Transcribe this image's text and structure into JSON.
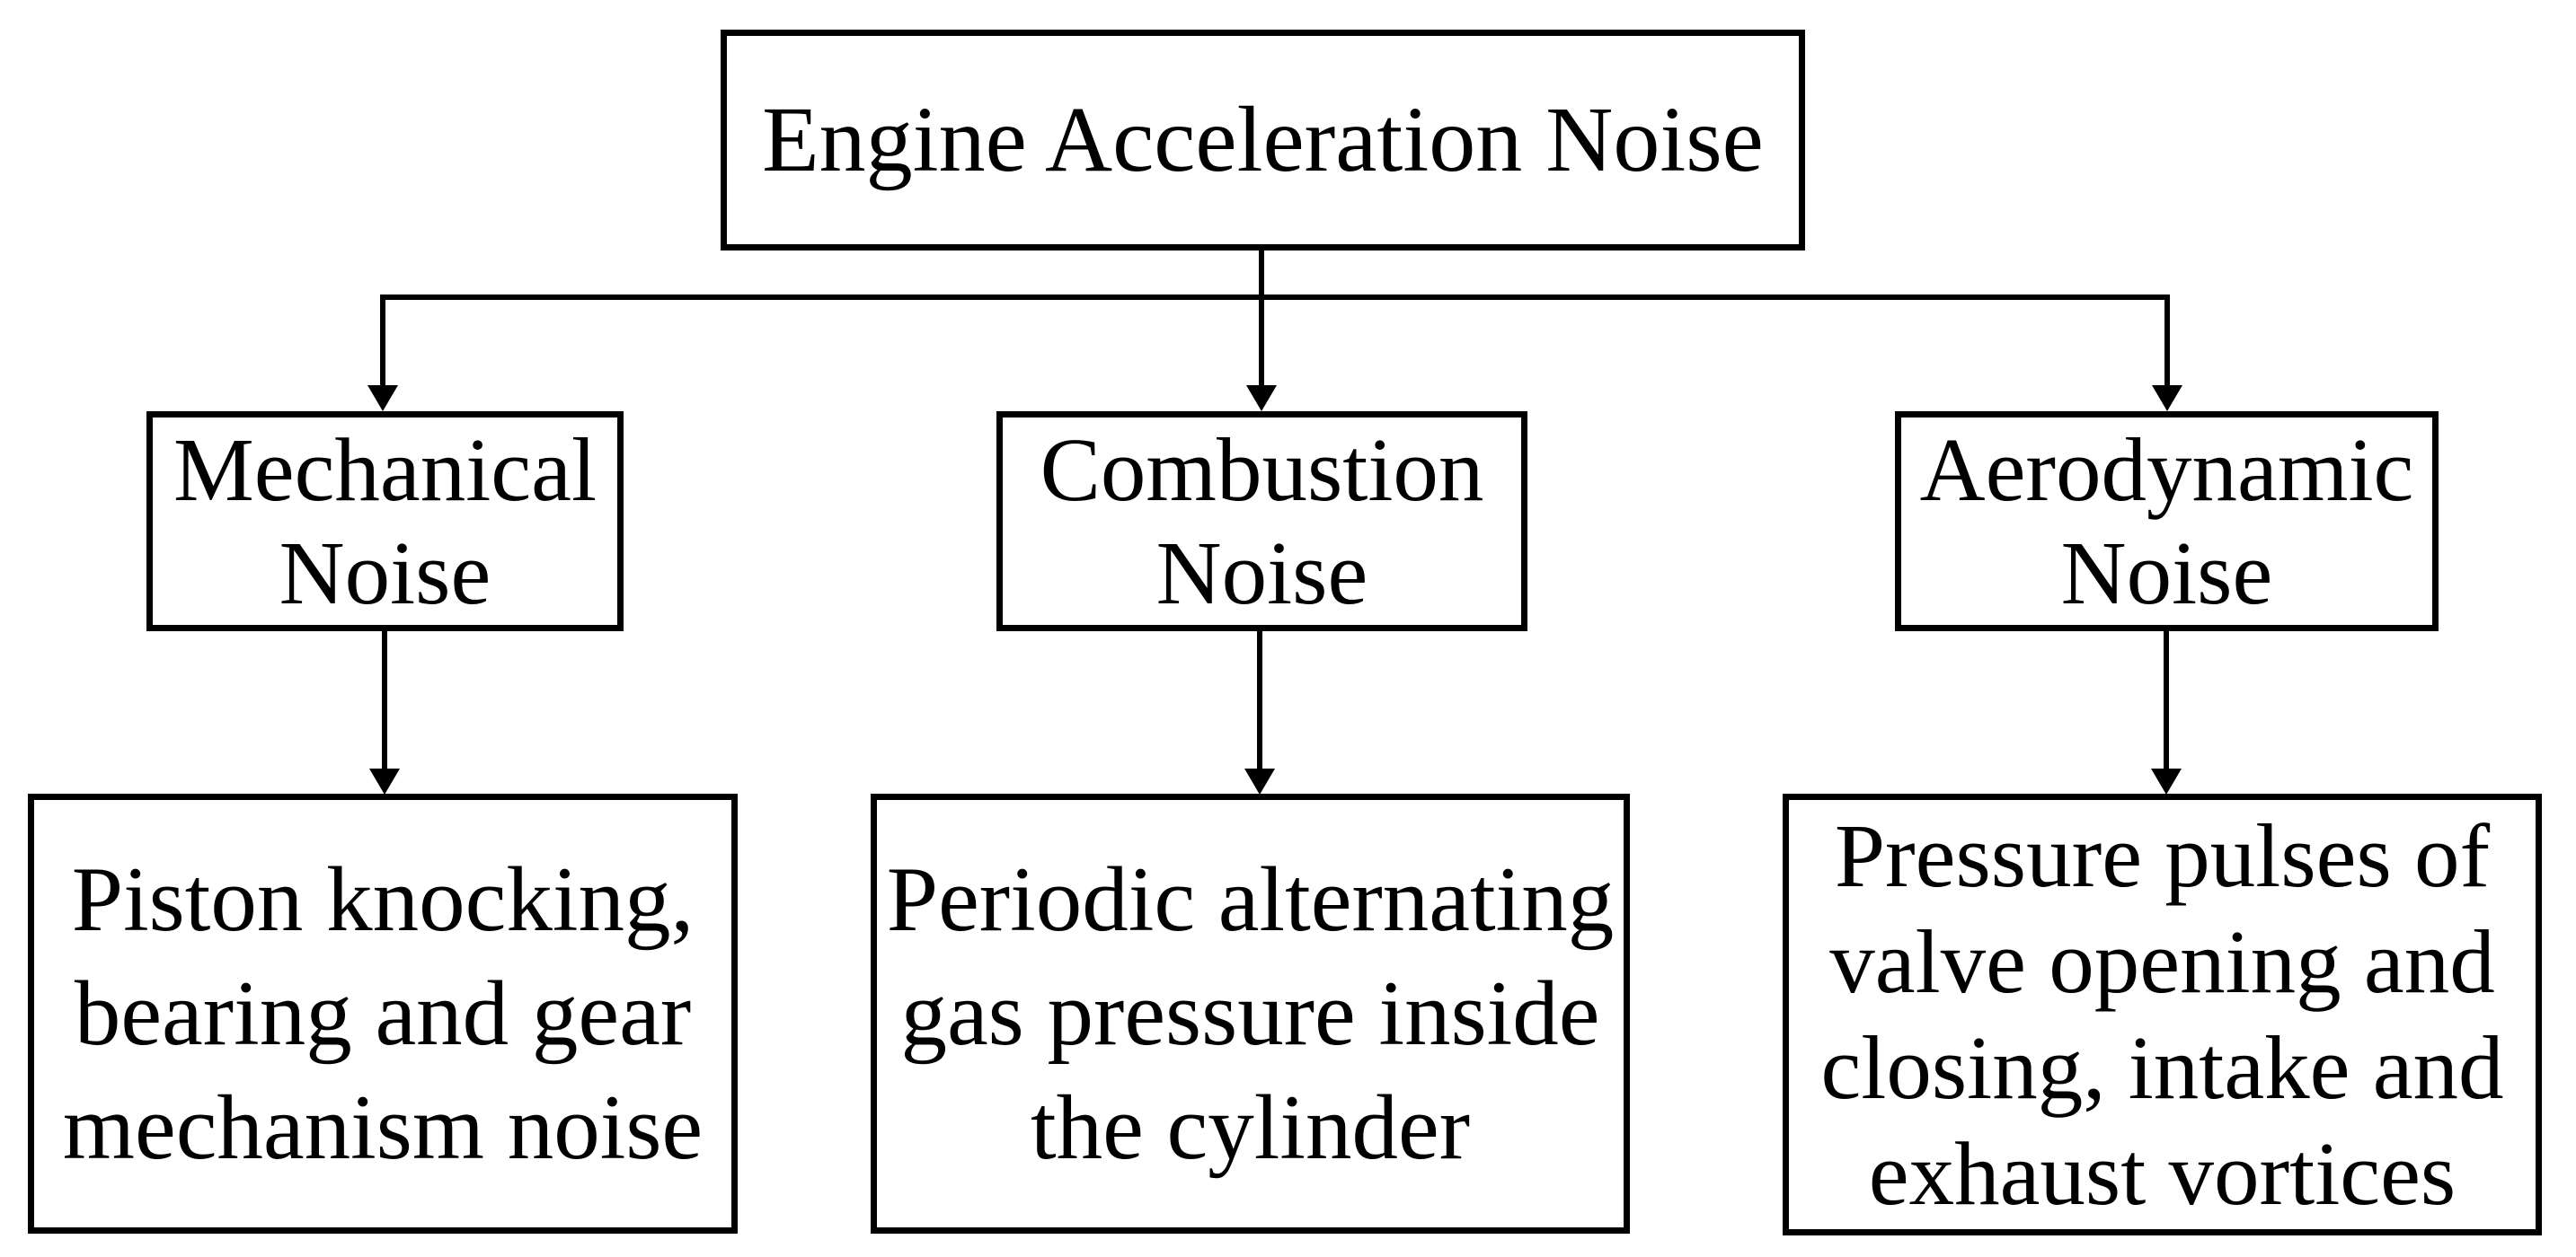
{
  "colors": {
    "ink": "#000000",
    "paper": "#ffffff"
  },
  "root": {
    "label": "Engine Acceleration Noise"
  },
  "branches": [
    {
      "name_lines": [
        "Mechanical",
        "Noise"
      ],
      "detail_lines": [
        "Piston knocking,",
        "bearing and gear",
        "mechanism noise"
      ]
    },
    {
      "name_lines": [
        "Combustion",
        "Noise"
      ],
      "detail_lines": [
        "Periodic alternating",
        "gas pressure inside",
        "the cylinder"
      ]
    },
    {
      "name_lines": [
        "Aerodynamic",
        "Noise"
      ],
      "detail_lines": [
        "Pressure pulses of",
        "valve opening and",
        "closing, intake and",
        "exhaust vortices"
      ]
    }
  ]
}
